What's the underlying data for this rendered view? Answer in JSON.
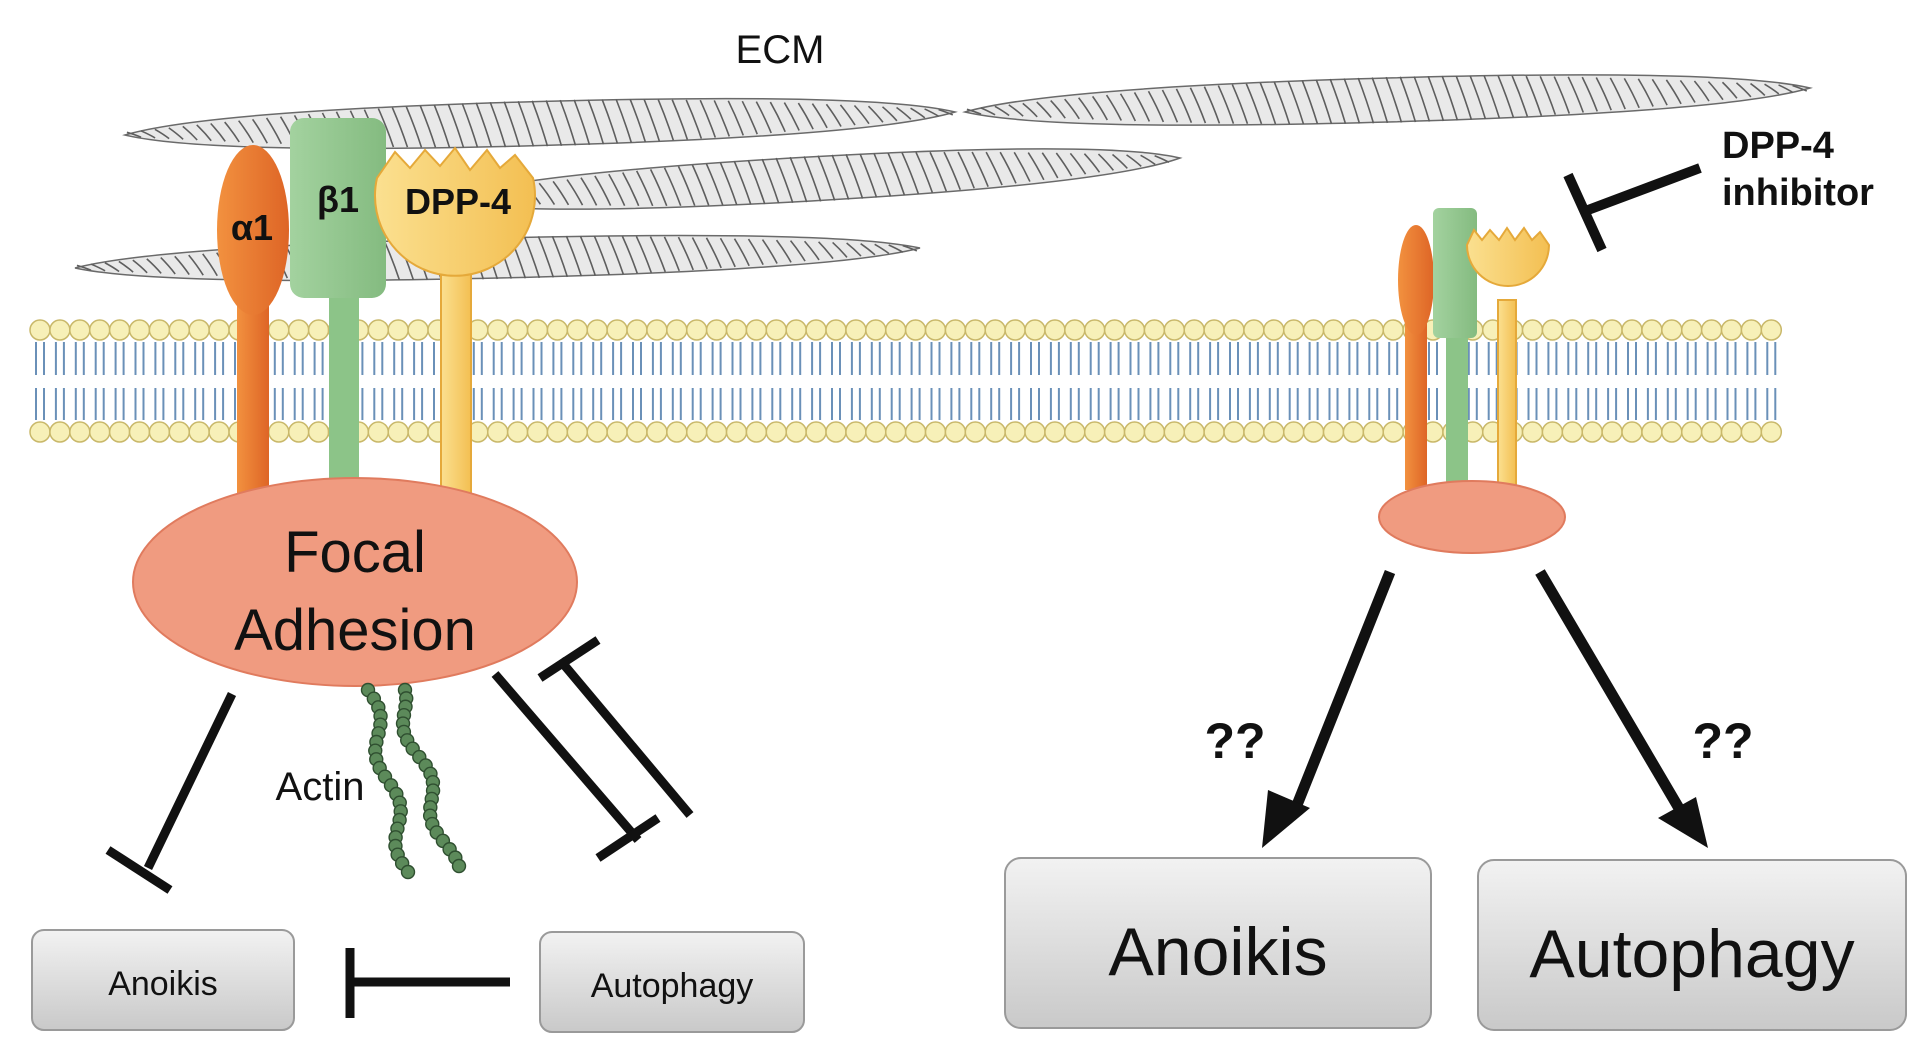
{
  "labels": {
    "ecm": "ECM",
    "alpha1": "α1",
    "beta1": "β1",
    "dpp4": "DPP-4",
    "focal_line1": "Focal",
    "focal_line2": "Adhesion",
    "actin": "Actin",
    "inhibitor_line1": "DPP-4",
    "inhibitor_line2": "inhibitor",
    "unknown_left": "??",
    "unknown_right": "??"
  },
  "left_boxes": {
    "anoikis": "Anoikis",
    "autophagy": "Autophagy"
  },
  "right_boxes": {
    "anoikis": "Anoikis",
    "autophagy": "Autophagy"
  },
  "colors": {
    "alpha1_integrin": "#e8773a",
    "beta1_integrin": "#8ec48a",
    "dpp4": "#f6c766",
    "focal_adhesion": "#f09b80",
    "lipid_head": "#f7f0b8",
    "lipid_tail": "#6a90b8",
    "collagen_fiber": "#7a7a7a",
    "actin": "#3f6a40",
    "box_fill": "#d7d7d7"
  }
}
